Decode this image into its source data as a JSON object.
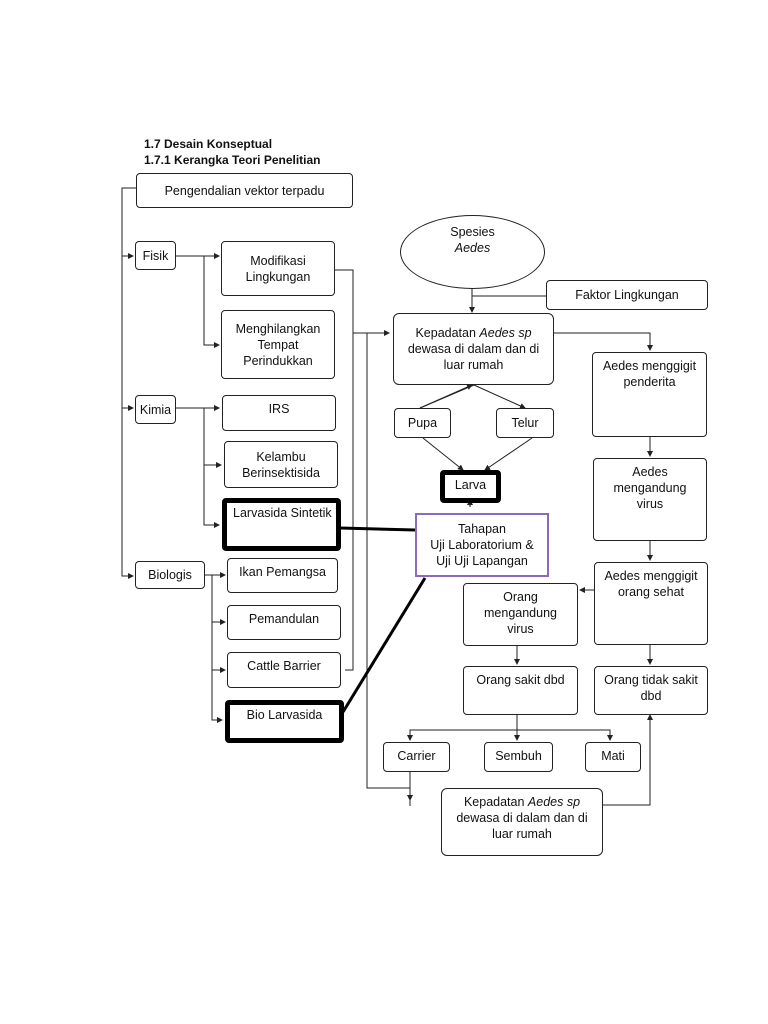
{
  "heading": {
    "section": "1.7 Desain Konseptual",
    "subsection": "1.7.1 Kerangka Teori Penelitian"
  },
  "left": {
    "root": "Pengendalian vektor terpadu",
    "fisik": "Fisik",
    "modifikasi": "Modifikasi\nLingkungan",
    "menghilangkan": "Menghilangkan\nTempat\nPerindukkan",
    "kimia": "Kimia",
    "irs": "IRS",
    "kelambu": "Kelambu\nBerinsektisida",
    "larvasida_sintetik": "Larvasida  Sintetik",
    "biologis": "Biologis",
    "ikan": "Ikan Pemangsa",
    "pemandulan": "Pemandulan",
    "cattle": "Cattle Barrier",
    "bio_larvasida": "Bio Larvasida"
  },
  "center": {
    "spesies": "Spesies",
    "aedes": "Aedes",
    "faktor": "Faktor Lingkungan",
    "kepadatan_pre": "Kepadatan ",
    "aedes_sp": "Aedes sp",
    "kepadatan_post": "\ndewasa di dalam dan di\nluar rumah",
    "pupa": "Pupa",
    "telur": "Telur",
    "larva": "Larva",
    "tahapan": "Tahapan\nUji Laboratorium &\nUji Uji Lapangan"
  },
  "right": {
    "menggigit_penderita": "Aedes menggigit\npenderita",
    "mengandung_virus": "Aedes\nmengandung\nvirus",
    "menggigit_sehat": "Aedes menggigit\norang sehat",
    "orang_virus": "Orang\nmengandung\nvirus",
    "orang_sakit": "Orang  sakit dbd",
    "orang_tidak_sakit": "Orang tidak sakit\ndbd",
    "carrier": "Carrier",
    "sembuh": "Sembuh",
    "mati": "Mati",
    "kepadatan2_pre": "Kepadatan ",
    "aedes_sp2": "Aedes sp",
    "kepadatan2_post": "\ndewasa di dalam dan di\nluar rumah"
  },
  "colors": {
    "line": "#222222",
    "purple_border": "#8a6bb8"
  }
}
